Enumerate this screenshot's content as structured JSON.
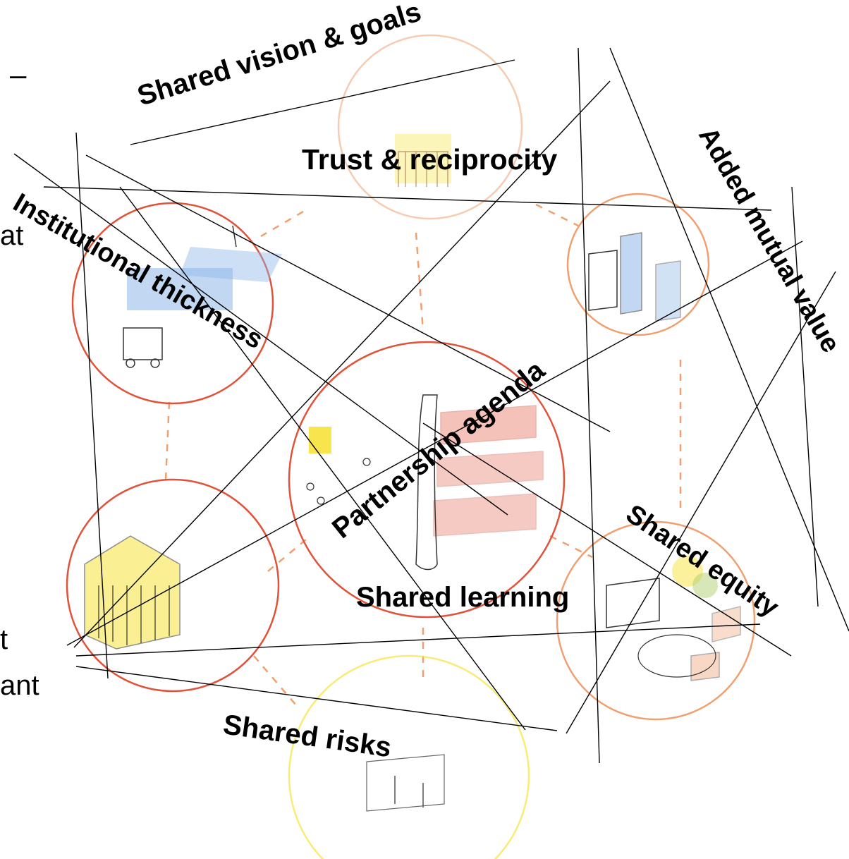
{
  "labels": {
    "shared_vision": "Shared vision & goals",
    "trust": "Trust & reciprocity",
    "added_value": "Added mutual value",
    "institutional": "Institutional thickness",
    "partnership": "Partnership agenda",
    "shared_equity": "Shared equity",
    "shared_learning": "Shared learning",
    "shared_risks": "Shared risks"
  },
  "edge_text": {
    "dash": "–",
    "at": "at",
    "t": "t",
    "ant": "ant"
  },
  "colors": {
    "sketch_red": "#e0533a",
    "sketch_orange": "#f0a070",
    "sketch_yellow": "#f7e23a",
    "sketch_blue": "#8fb8e8",
    "ink": "#000000"
  }
}
